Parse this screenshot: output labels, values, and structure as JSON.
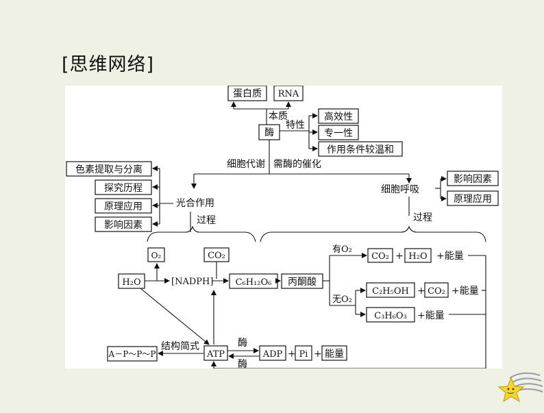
{
  "title": "[思维网络]",
  "diagram": {
    "protein": "蛋白质",
    "rna": "RNA",
    "essence": "本质",
    "enzyme": "酶",
    "traits": "特性",
    "trait_efficient": "高效性",
    "trait_specific": "专一性",
    "trait_mild": "作用条件较温和",
    "metabolism": "细胞代谢",
    "needs_enzyme": "需酶的催化",
    "photosynthesis": "光合作用",
    "respiration": "细胞呼吸",
    "pigment": "色素提取与分离",
    "explore": "探究历程",
    "principle_apply_1": "原理应用",
    "factors_1": "影响因素",
    "factors_2": "影响因素",
    "principle_apply_2": "原理应用",
    "process_1": "过程",
    "process_2": "过程",
    "o2": "O₂",
    "co2": "CO₂",
    "h2o": "H₂O",
    "nadph": "[NADPH]",
    "glucose": "C₆H₁₂O₆",
    "pyruvate": "丙酮酸",
    "with_o2": "有O₂",
    "without_o2": "无O₂",
    "aer_co2": "CO₂",
    "aer_h2o": "H₂O",
    "energy_1": "+能量",
    "ethanol": "C₂H₅OH",
    "ana_co2": "CO₂",
    "energy_2": "+能量",
    "lactate": "C₃H₆O₃",
    "energy_3": "+能量",
    "atp_struct": "A－P～P～P",
    "struct_formula": "结构简式",
    "atp": "ATP",
    "enzyme_top": "酶",
    "enzyme_bottom": "酶",
    "adp": "ADP",
    "pi": "Pi",
    "energy_box": "能量",
    "plus": "+"
  }
}
